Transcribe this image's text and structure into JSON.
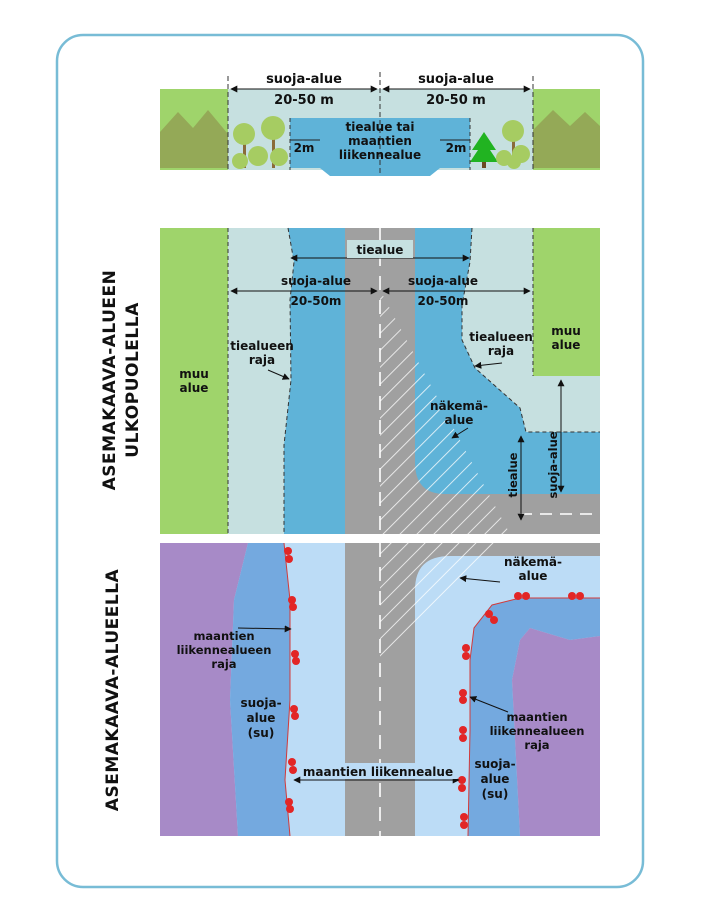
{
  "cross_section": {
    "left_zone_label": "suoja-alue",
    "left_zone_width": "20-50 m",
    "right_zone_label": "suoja-alue",
    "right_zone_width": "20-50 m",
    "road_area_line1": "tiealue tai",
    "road_area_line2": "maantien",
    "road_area_line3": "liikennealue",
    "left_strip": "2m",
    "right_strip": "2m"
  },
  "outside_plan": {
    "side_title_line1": "ASEMAKAAVA-ALUEEN",
    "side_title_line2": "ULKOPUOLELLA",
    "road_area_label": "tiealue",
    "left_zone_label": "suoja-alue",
    "left_zone_width": "20-50m",
    "right_zone_label": "suoja-alue",
    "right_zone_width": "20-50m",
    "boundary_line1": "tiealueen",
    "boundary_line2": "raja",
    "other_left_line1": "muu",
    "other_left_line2": "alue",
    "other_right_line1": "muu",
    "other_right_line2": "alue",
    "right_boundary_line1": "tiealueen",
    "right_boundary_line2": "raja",
    "sight_line1": "näkemä-",
    "sight_line2": "alue",
    "vertical_road_area": "tiealue",
    "vertical_zone": "suoja-alue"
  },
  "inside_plan": {
    "side_title": "ASEMAKAAVA-ALUEELLA",
    "sight_line1": "näkemä-",
    "sight_line2": "alue",
    "left_boundary_line1": "maantien",
    "left_boundary_line2": "liikennealueen",
    "left_boundary_line3": "raja",
    "left_zone_line1": "suoja-",
    "left_zone_line2": "alue",
    "left_zone_line3": "(su)",
    "right_boundary_line1": "maantien",
    "right_boundary_line2": "liikennealueen",
    "right_boundary_line3": "raja",
    "right_zone_line1": "suoja-",
    "right_zone_line2": "alue",
    "right_zone_line3": "(su)",
    "traffic_area": "maantien liikennealue"
  },
  "colors": {
    "green": "#9fd46b",
    "protection_zone": "#c6e0e0",
    "road_area": "#5fb3d8",
    "asphalt": "#a0a0a0",
    "purple": "#a78ac7",
    "light_blue": "#bcdcf6",
    "mid_blue": "#74a9df",
    "dots": "#e22626",
    "frame": "#78bcd6"
  }
}
